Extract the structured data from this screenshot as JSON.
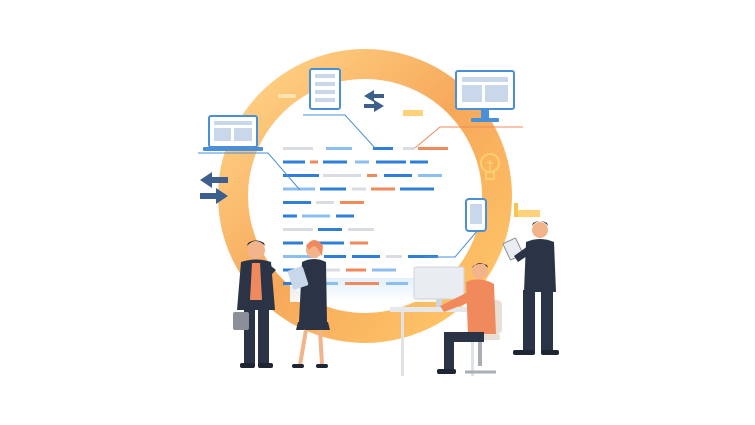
{
  "illustration": {
    "ring_colors": [
      "#ffd27a",
      "#f7a35a",
      "#f9b95c"
    ],
    "code_colors": [
      "#2f7fd8",
      "#8dbef0",
      "#f08a5d",
      "#d9dde3"
    ],
    "icons": [
      "laptop-icon",
      "document-icon",
      "monitor-icon",
      "tablet-icon",
      "phone-icon",
      "lightbulb-icon",
      "arrows-swap-icon",
      "sticky-note-icon"
    ],
    "people": [
      "man-phone-briefcase",
      "woman-tablet",
      "man-desk-computer",
      "man-reading-document"
    ]
  }
}
